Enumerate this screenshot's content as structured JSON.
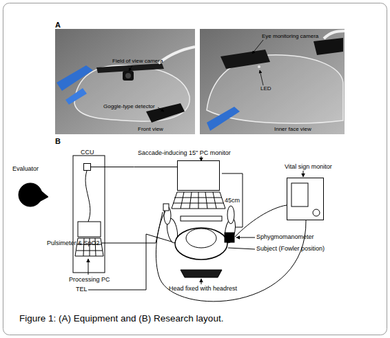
{
  "diagram": {
    "caption": "Figure 1: (A) Equipment and (B) Research layout.",
    "nodes": [
      {
        "text": [
          "CCU"
        ]
      },
      {
        "text": [
          "Saccade-inducing 15\" PC monitor"
        ]
      },
      {
        "text": [
          "Vital sign monitor"
        ]
      }
    ],
    "edges": [
      {
        "from": 0,
        "to": 1,
        "arrow": "none"
      }
    ],
    "labels": [
      "A",
      "Field of view camera",
      "Goggle-type detector",
      "Front view",
      "Eye monitoring camera",
      "LED",
      "Inner face view",
      "B",
      "Evaluator",
      "Processing PC",
      "Pulsimeter & SpO2",
      "TEL",
      "45cm",
      "Sphygmomanometer",
      "Subject (Fowler position)",
      "Head fixed with headrest"
    ]
  }
}
